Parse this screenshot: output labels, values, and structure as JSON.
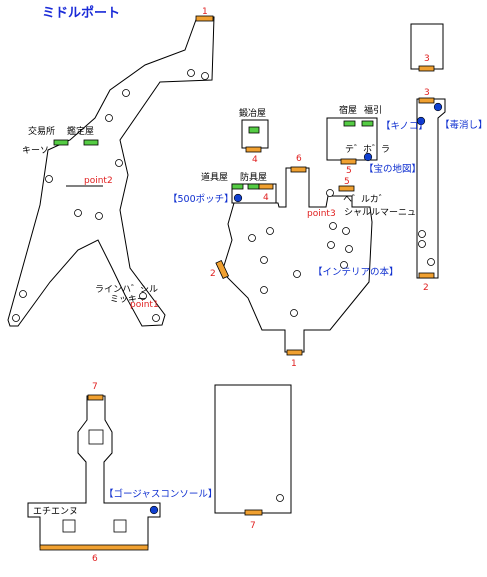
{
  "map_title": "ミドルポート",
  "shops": {
    "exchange": "交易所",
    "appraisal": "鑑定屋",
    "smith": "鍛冶屋",
    "inn": "宿屋",
    "lottery": "福引",
    "tools": "道具屋",
    "armor": "防具屋"
  },
  "npcs": {
    "kiso": "キーソ",
    "tesura": "テ゛ホ゛ラ",
    "belga": "ヘ゛ルカ゛",
    "sharlmanyu": "シャルルマーニュ",
    "rainbashiru": "ラインハ゛シル",
    "mikki": "ミッキー",
    "echiensu": "エチエンヌ"
  },
  "points": {
    "p1": "point1",
    "p2": "point2",
    "p3": "point3"
  },
  "items": {
    "poison_cure": "【毒消し】",
    "mushroom": "【キノコ】",
    "treasure_map": "【宝の地図】",
    "pochi500": "【500ポッチ】",
    "interior_book": "【インテリアの本】",
    "gorgeous_console": "【ゴージャスコンソール】"
  },
  "exits": {
    "e1_top": "1",
    "e1_bottom": "1",
    "e2_left": "2",
    "e2_right": "2",
    "e3_top": "3",
    "e3_mid": "3",
    "e4_smith": "4",
    "e4_shop": "4",
    "e5_inn": "5",
    "e5_house": "5",
    "e6_corr": "6",
    "e6_bottom": "6",
    "e7_top": "7",
    "e7_room": "7"
  },
  "colors": {
    "title": "#1a2bd8",
    "exit_marker": "#f0a030",
    "npc": "#55cc44",
    "treasure": "#1040d0",
    "exit_number": "#e02020",
    "item_label": "#1030d0"
  }
}
